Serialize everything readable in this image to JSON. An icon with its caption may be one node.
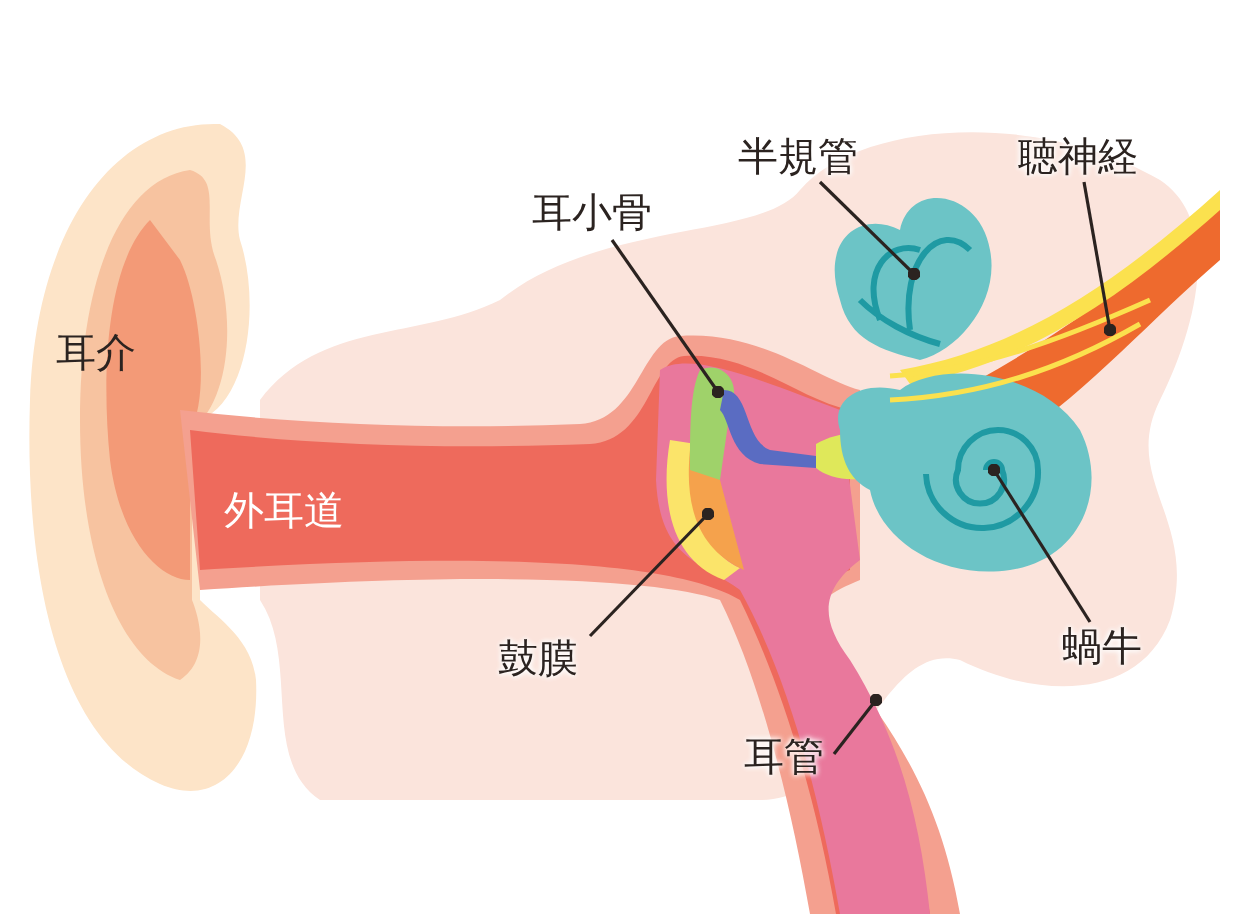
{
  "diagram": {
    "nodes": [
      {
        "text": [
          "耳小骨"
        ]
      },
      {
        "text": [
          "半規管"
        ]
      },
      {
        "text": [
          "聴神経"
        ]
      },
      {
        "text": [
          "鼓膜"
        ]
      },
      {
        "text": [
          "蝸牛"
        ]
      },
      {
        "text": [
          "耳管"
        ]
      }
    ],
    "edges": [
      {
        "from": 0,
        "to": null,
        "arrow": "other"
      },
      {
        "from": 1,
        "to": null,
        "arrow": "other"
      },
      {
        "from": 2,
        "to": null,
        "arrow": "other"
      },
      {
        "from": 3,
        "to": null,
        "arrow": "other"
      },
      {
        "from": 4,
        "to": null,
        "arrow": "other"
      },
      {
        "from": 5,
        "to": null,
        "arrow": "other"
      }
    ],
    "labels": [
      "耳介",
      "外耳道"
    ]
  }
}
